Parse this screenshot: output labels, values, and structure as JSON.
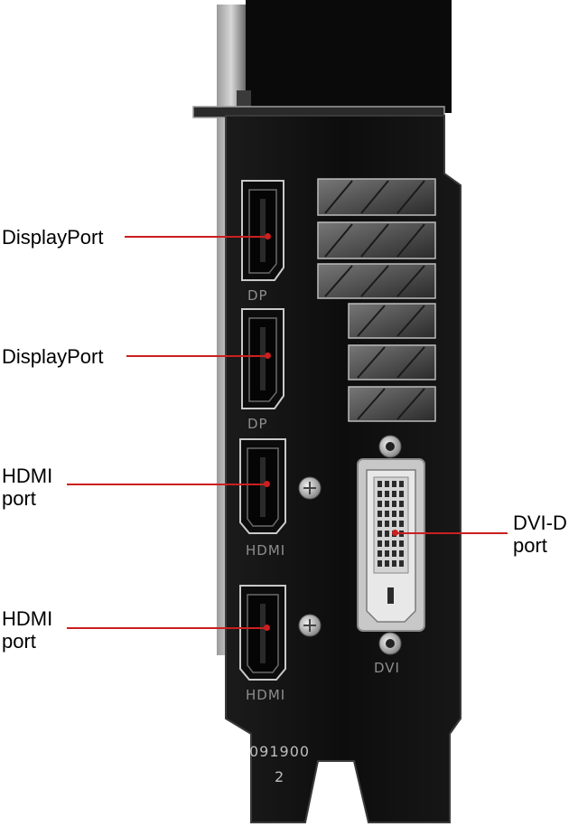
{
  "callouts": [
    {
      "id": "dp1",
      "label": "DisplayPort"
    },
    {
      "id": "dp2",
      "label": "DisplayPort"
    },
    {
      "id": "hdmi1",
      "label": "HDMI\nport"
    },
    {
      "id": "hdmi2",
      "label": "HDMI\nport"
    },
    {
      "id": "dvi",
      "label": "DVI-D\nport"
    }
  ],
  "bracket_markings": {
    "dp1": "DP",
    "dp2": "DP",
    "hdmi1": "HDMI",
    "hdmi2": "HDMI",
    "dvi": "DVI",
    "serial_line1": "091900",
    "serial_line2": "2"
  },
  "colors": {
    "leader_line": "#cc1f1f",
    "bracket": "#111111",
    "background": "#ffffff"
  }
}
